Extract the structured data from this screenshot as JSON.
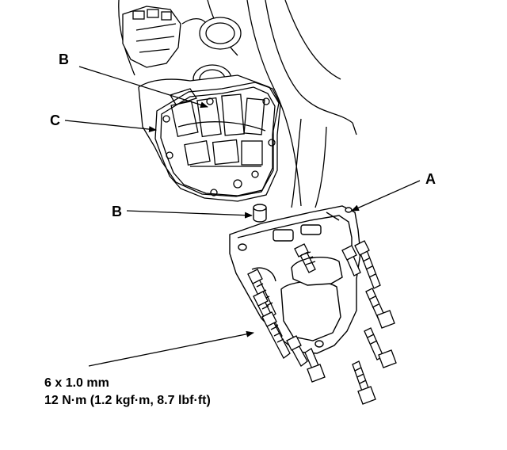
{
  "callouts": {
    "a": "A",
    "b_upper": "B",
    "b_lower": "B",
    "c": "C"
  },
  "torque_spec": {
    "bolt_size": "6 x 1.0 mm",
    "torque": "12 N·m (1.2 kgf·m, 8.7 lbf·ft)"
  },
  "colors": {
    "line": "#000000",
    "background": "#ffffff"
  }
}
